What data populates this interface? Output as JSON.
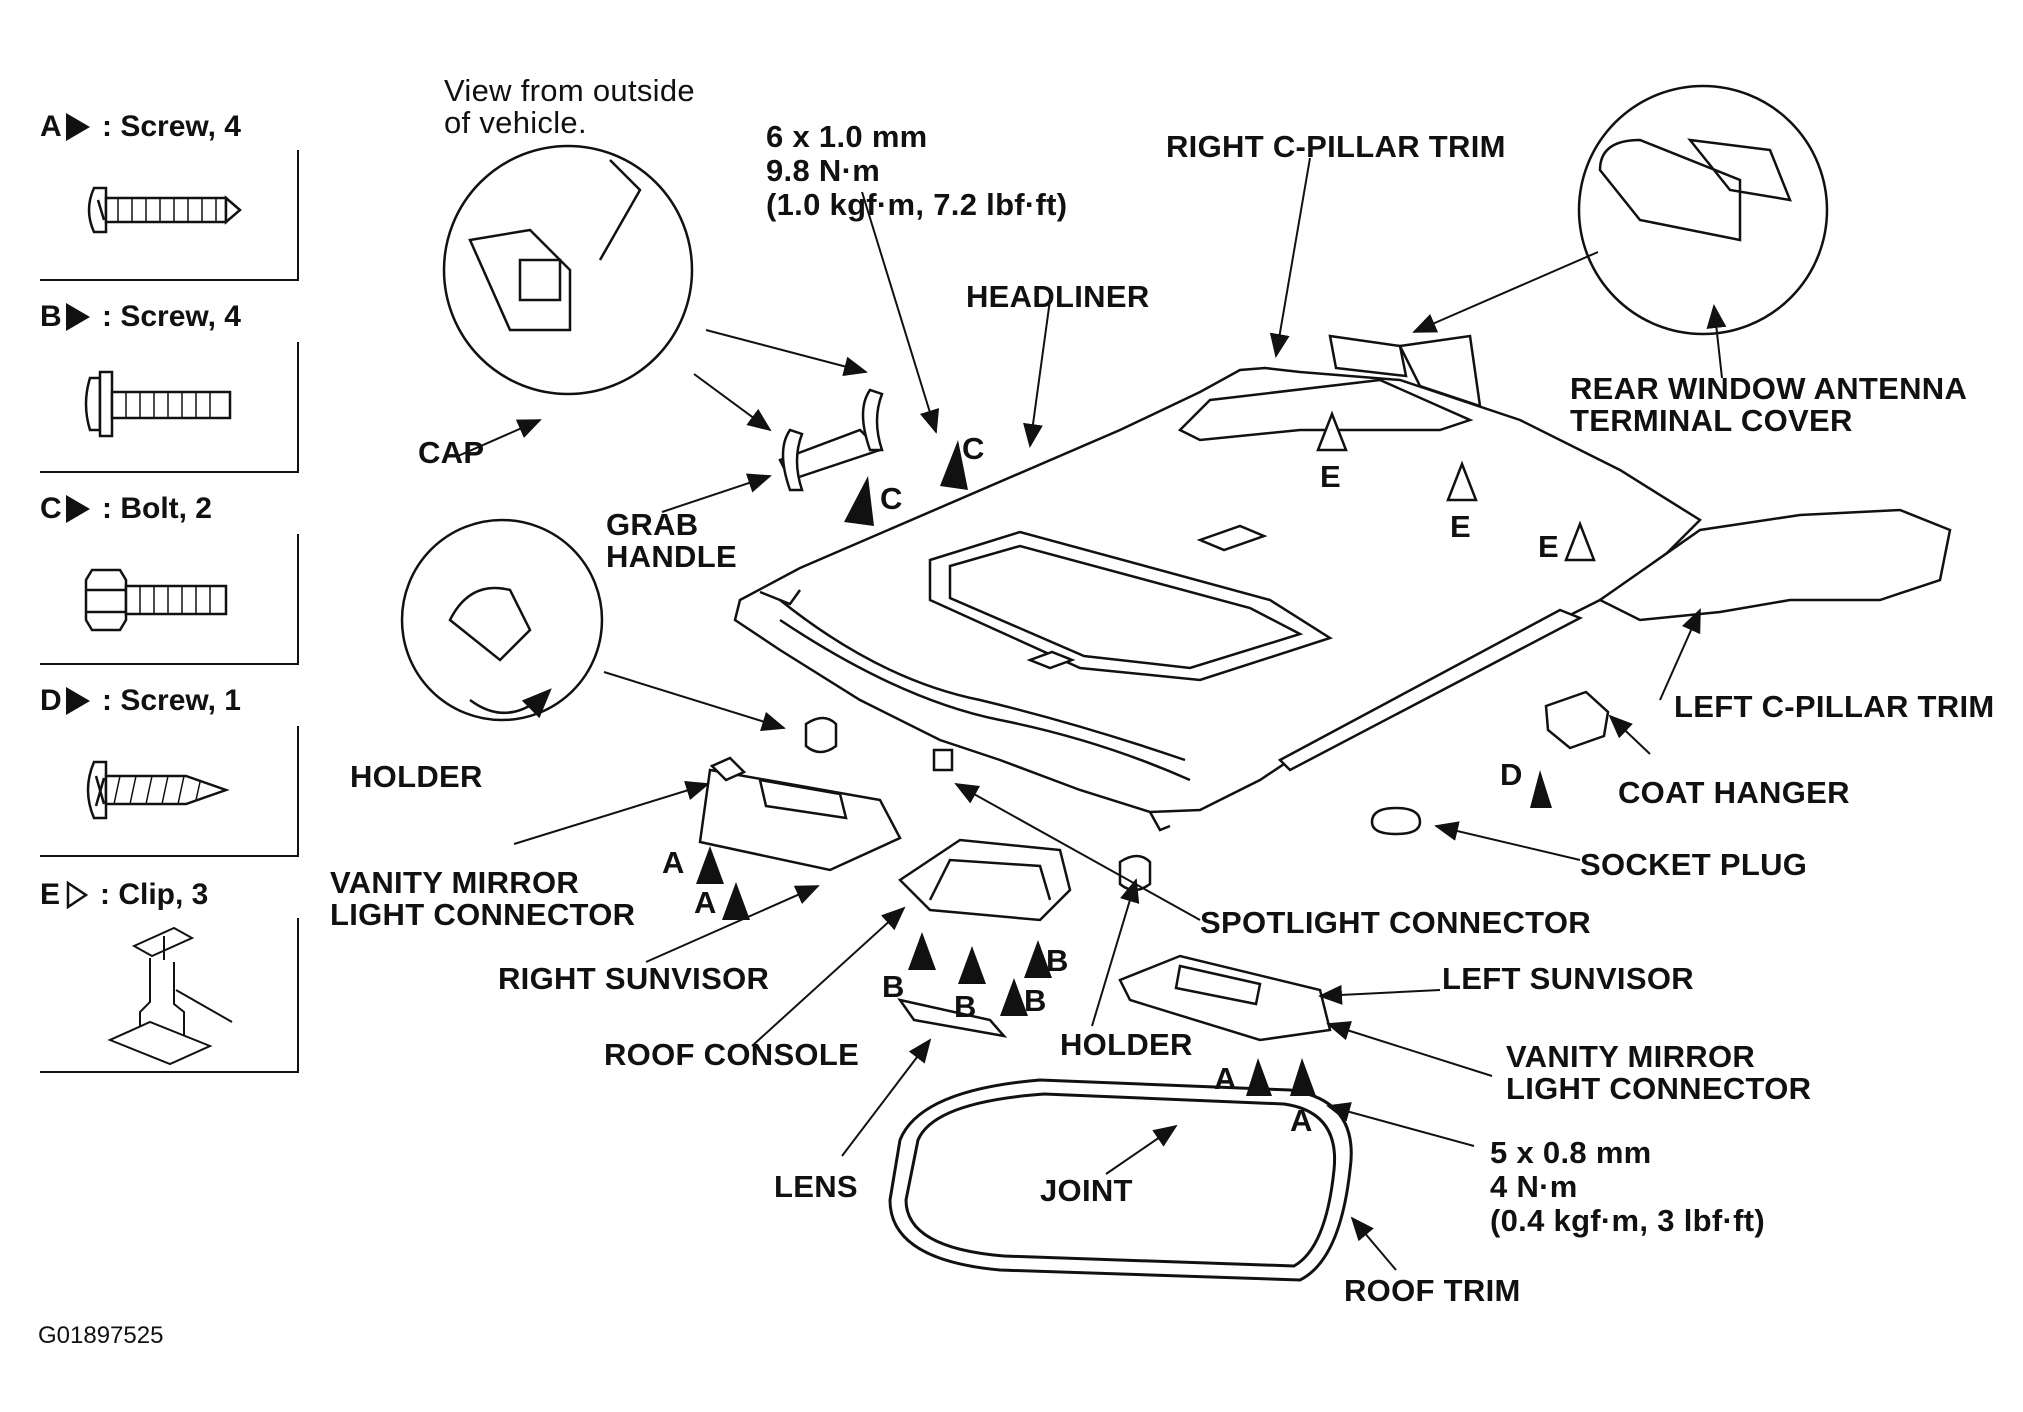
{
  "legend": {
    "rows": [
      {
        "letter": "A",
        "text": ": Screw, 4",
        "marker": "filled",
        "icon": "pan-head-screw-icon"
      },
      {
        "letter": "B",
        "text": ": Screw, 4",
        "marker": "filled",
        "icon": "washer-screw-icon"
      },
      {
        "letter": "C",
        "text": ": Bolt, 2",
        "marker": "filled",
        "icon": "hex-bolt-icon"
      },
      {
        "letter": "D",
        "text": ": Screw, 1",
        "marker": "filled",
        "icon": "tapping-screw-icon"
      },
      {
        "letter": "E",
        "text": ": Clip, 3",
        "marker": "open",
        "icon": "clip-icon"
      }
    ]
  },
  "labels": {
    "view_note_1": "View from outside",
    "view_note_2": "of vehicle.",
    "torque_c_1": "6 x 1.0 mm",
    "torque_c_2": "9.8 N·m",
    "torque_c_3": "(1.0 kgf·m, 7.2 lbf·ft)",
    "right_c_pillar": "RIGHT C-PILLAR TRIM",
    "headliner": "HEADLINER",
    "rear_antenna_1": "REAR WINDOW ANTENNA",
    "rear_antenna_2": "TERMINAL COVER",
    "cap": "CAP",
    "grab_handle_1": "GRAB",
    "grab_handle_2": "HANDLE",
    "holder_left": "HOLDER",
    "left_c_pillar": "LEFT C-PILLAR TRIM",
    "coat_hanger": "COAT HANGER",
    "socket_plug": "SOCKET PLUG",
    "vanity_right_1": "VANITY MIRROR",
    "vanity_right_2": "LIGHT CONNECTOR",
    "spotlight_connector": "SPOTLIGHT CONNECTOR",
    "right_sunvisor": "RIGHT SUNVISOR",
    "left_sunvisor": "LEFT SUNVISOR",
    "roof_console": "ROOF CONSOLE",
    "holder_center": "HOLDER",
    "vanity_left_1": "VANITY MIRROR",
    "vanity_left_2": "LIGHT CONNECTOR",
    "lens": "LENS",
    "joint": "JOINT",
    "torque_a_1": "5 x 0.8 mm",
    "torque_a_2": "4 N·m",
    "torque_a_3": "(0.4 kgf·m, 3 lbf·ft)",
    "roof_trim": "ROOF TRIM",
    "figure_code": "G01897525"
  },
  "markers": {
    "c": "C",
    "e": "E",
    "d": "D",
    "a": "A",
    "b": "B"
  }
}
